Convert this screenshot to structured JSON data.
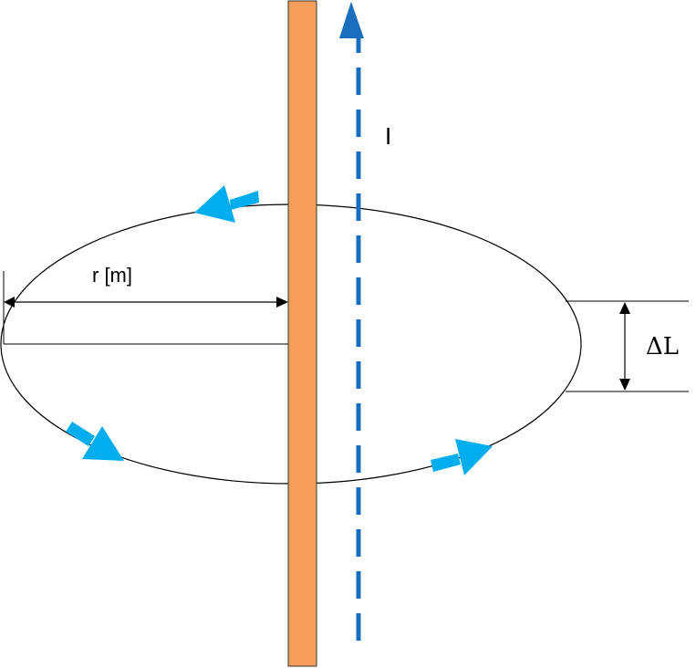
{
  "labels": {
    "current": "I",
    "radius": "r [m]",
    "length": "ΔL"
  },
  "colors": {
    "conductor_fill": "#F79F5A",
    "conductor_stroke": "#333333",
    "current_arrow": "#1A6EBE",
    "field_arrow": "#00AEEF",
    "line": "#000000"
  }
}
